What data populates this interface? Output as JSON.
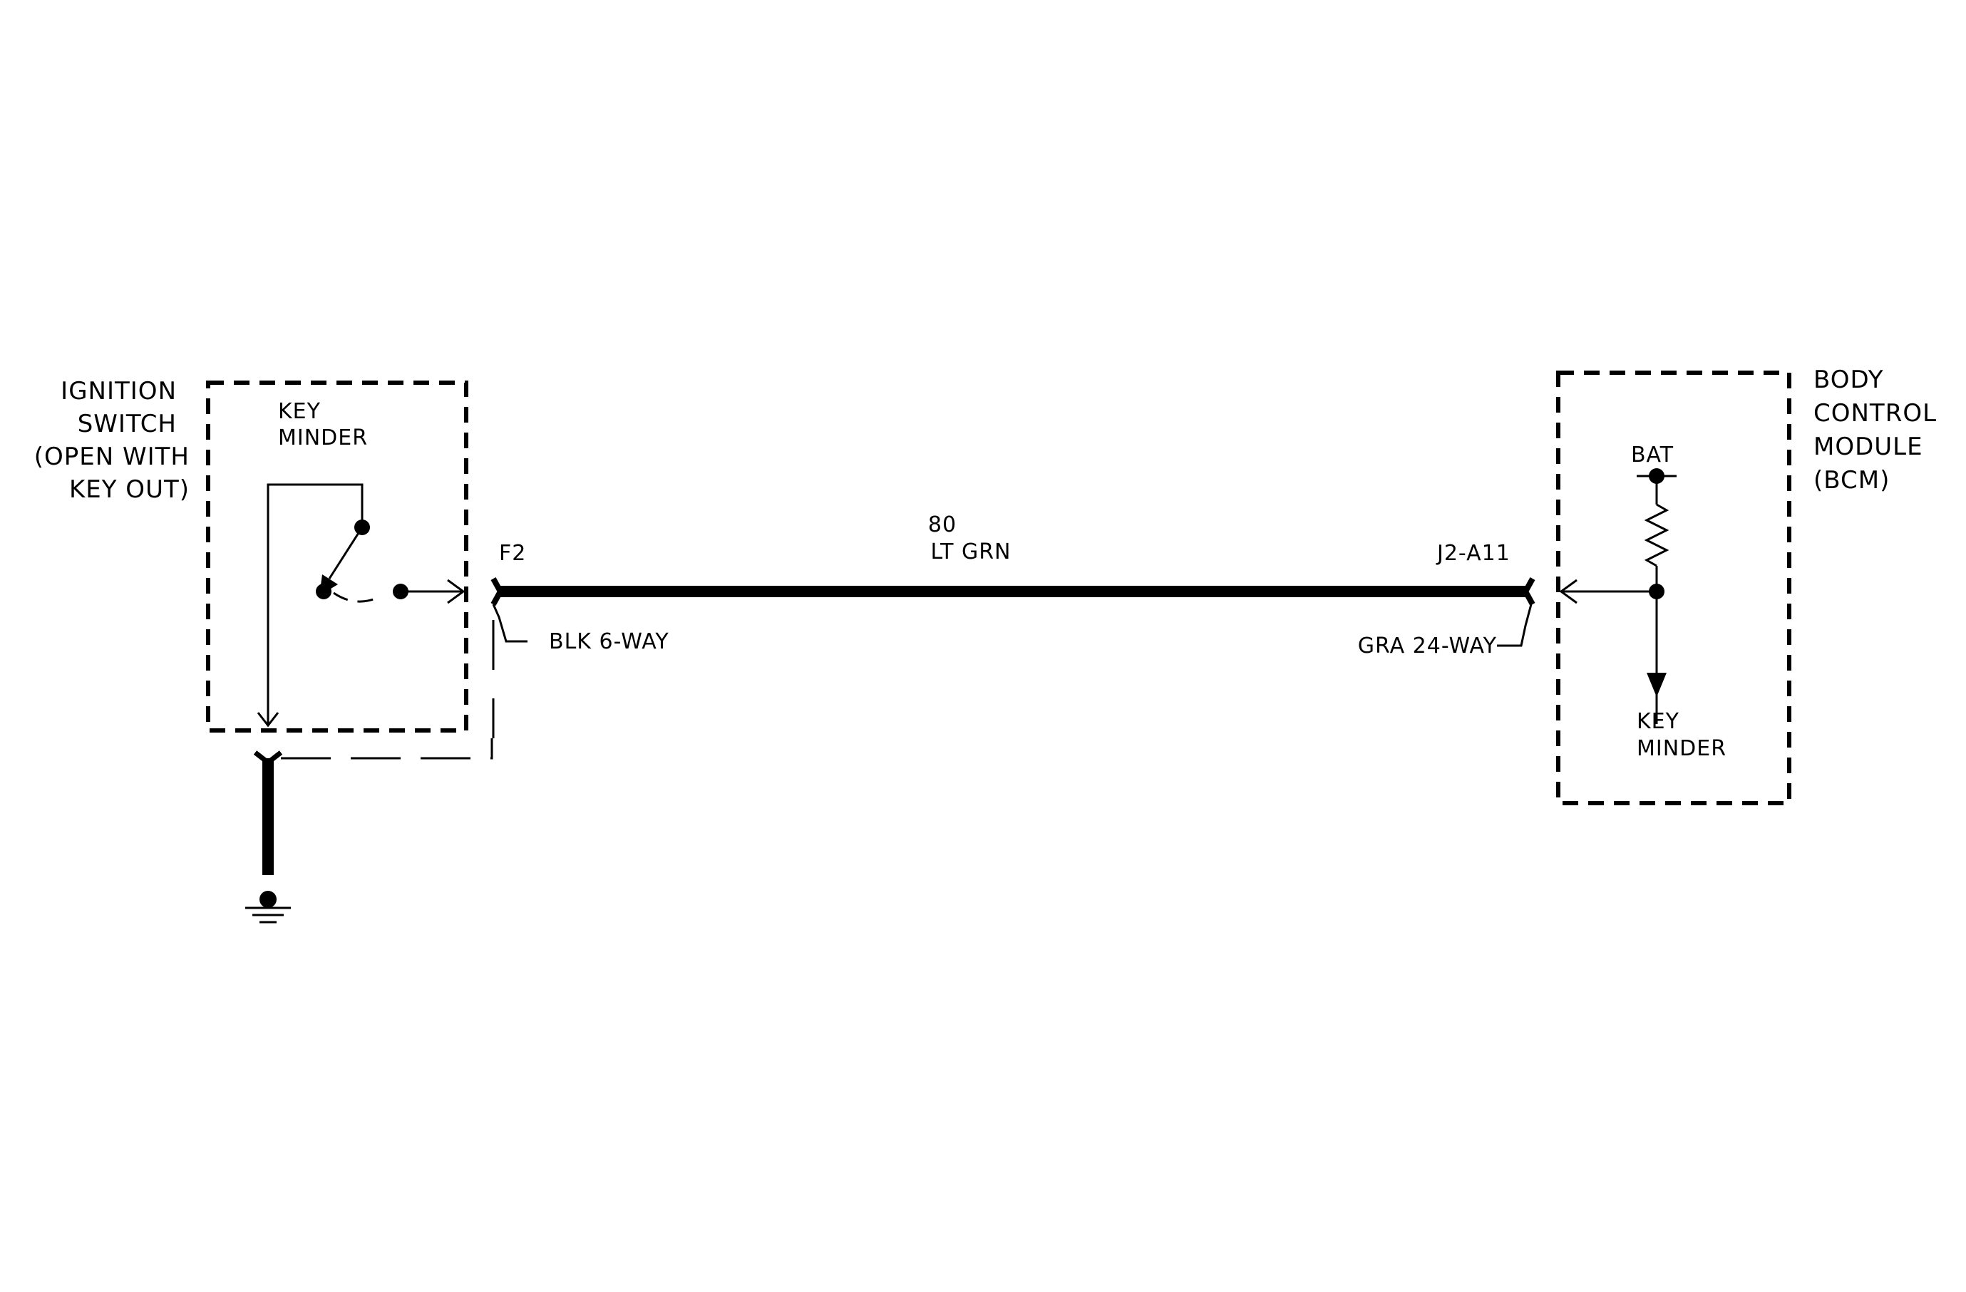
{
  "ignition_switch": {
    "title_lines": [
      "IGNITION",
      "SWITCH",
      "(OPEN WITH",
      "KEY OUT)"
    ],
    "inner_label_lines": [
      "KEY",
      "MINDER"
    ]
  },
  "bcm": {
    "title_lines": [
      "BODY",
      "CONTROL",
      "MODULE",
      "(BCM)"
    ],
    "bat_label": "BAT",
    "inner_label_lines": [
      "KEY",
      "MINDER"
    ]
  },
  "wire": {
    "circuit_number": "80",
    "color": "LT GRN"
  },
  "connector_left": {
    "pin": "F2",
    "connector": "BLK 6-WAY"
  },
  "connector_right": {
    "pin": "J2-A11",
    "connector": "GRA 24-WAY"
  }
}
